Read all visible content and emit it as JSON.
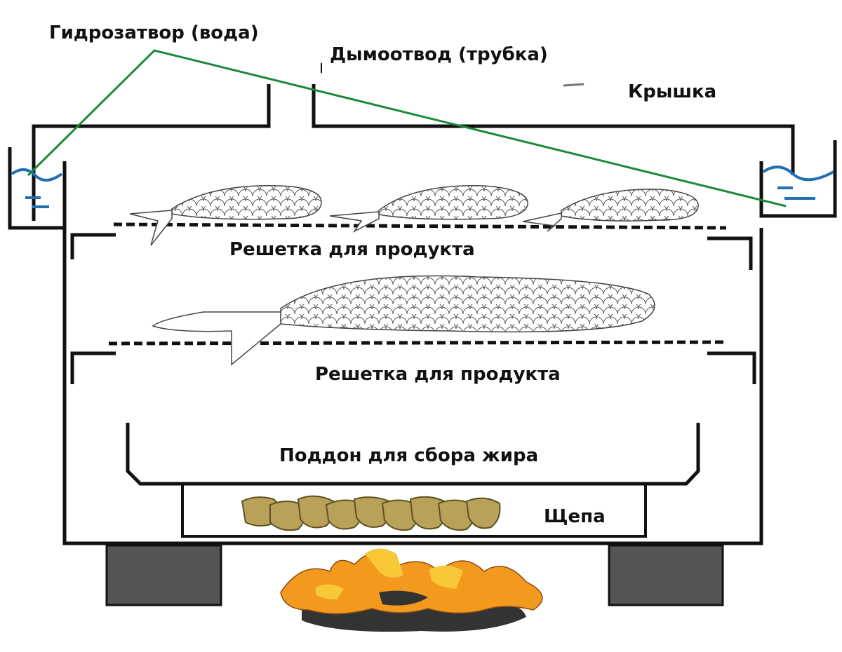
{
  "labels": {
    "water_seal": "Гидрозатвор (вода)",
    "chimney": "Дымоотвод (трубка)",
    "lid": "Крышка",
    "rack_top": "Решетка для продукта",
    "rack_bottom": "Решетка для продукта",
    "grease_tray": "Поддон для сбора жира",
    "wood_chips": "Щепа"
  },
  "colors": {
    "outline": "#111111",
    "pointer_line": "#1a8a3a",
    "water": "#1f6fb5",
    "leg": "#555555",
    "wood_chip_fill": "#b8a25a",
    "wood_chip_stroke": "#5e5020",
    "flame_orange": "#f39a1e",
    "flame_yellow": "#f8c838",
    "charcoal": "#333333"
  },
  "icons": [
    "fish-icon",
    "wood-chips-icon",
    "fire-icon"
  ]
}
